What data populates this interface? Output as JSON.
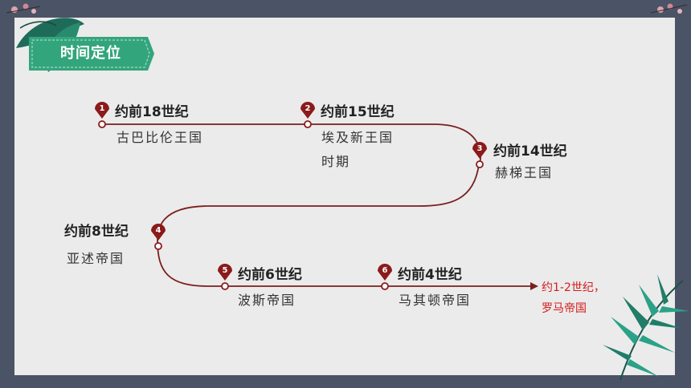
{
  "header": {
    "title": "时间定位"
  },
  "timeline": {
    "events": [
      {
        "num": "1",
        "era": "约前18世纪",
        "kingdom": [
          "古巴比伦王国"
        ]
      },
      {
        "num": "2",
        "era": "约前15世纪",
        "kingdom": [
          "埃及新王国",
          "时期"
        ]
      },
      {
        "num": "3",
        "era": "约前14世纪",
        "kingdom": [
          "赫梯王国"
        ]
      },
      {
        "num": "4",
        "era": "约前8世纪",
        "kingdom": [
          "亚述帝国"
        ]
      },
      {
        "num": "5",
        "era": "约前6世纪",
        "kingdom": [
          "波斯帝国"
        ]
      },
      {
        "num": "6",
        "era": "约前4世纪",
        "kingdom": [
          "马其顿帝国"
        ]
      }
    ],
    "final": {
      "line1": "约1-2世纪，",
      "line2": "罗马帝国"
    }
  },
  "colors": {
    "line": "#7a1f1f",
    "pin": "#8b1a1a",
    "accent_green": "#2fa77a",
    "frame": "#4b5366"
  }
}
